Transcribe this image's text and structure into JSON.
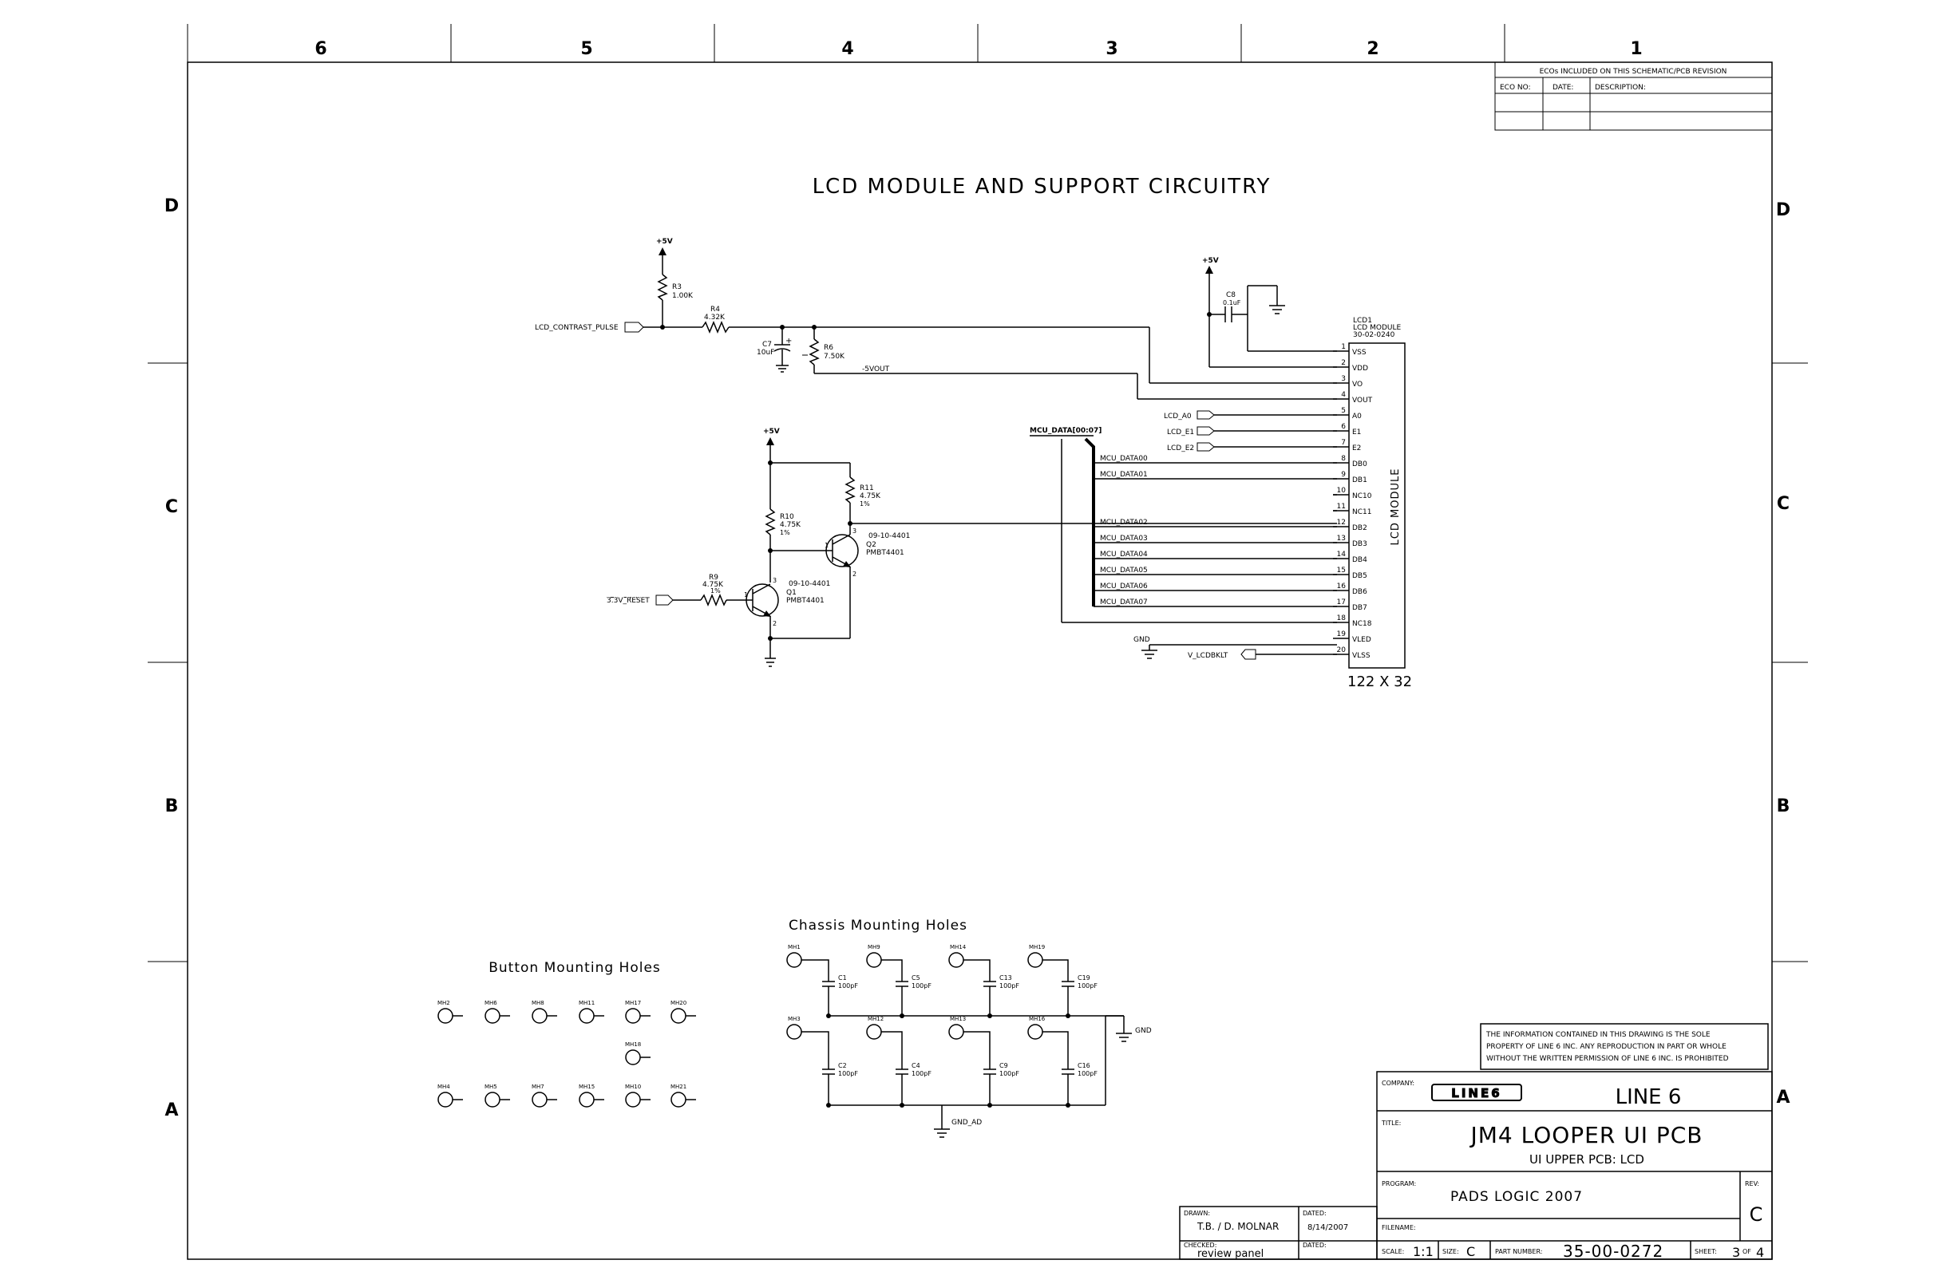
{
  "border": {
    "columns": [
      "6",
      "5",
      "4",
      "3",
      "2",
      "1"
    ],
    "rows": [
      "D",
      "C",
      "B",
      "A"
    ]
  },
  "title": "LCD MODULE AND SUPPORT CIRCUITRY",
  "eco_table": {
    "header": "ECOs INCLUDED ON THIS SCHEMATIC/PCB REVISION",
    "col_eco": "ECO NO:",
    "col_date": "DATE:",
    "col_desc": "DESCRIPTION:"
  },
  "contrast": {
    "input": "LCD_CONTRAST_PULSE",
    "supply": "+5V",
    "r3_ref": "R3",
    "r3_val": "1.00K",
    "r4_ref": "R4",
    "r4_val": "4.32K",
    "c7_ref": "C7",
    "c7_val": "10uF",
    "r6_ref": "R6",
    "r6_val": "7.50K",
    "neg_net": "-5VOUT"
  },
  "lcd": {
    "ref": "LCD1",
    "desc": "LCD MODULE",
    "part": "30-02-0240",
    "body_label": "LCD MODULE",
    "size": "122 X 32",
    "supply": "+5V",
    "c8_ref": "C8",
    "c8_val": "0.1uF",
    "pins": [
      {
        "num": "1",
        "name": "VSS"
      },
      {
        "num": "2",
        "name": "VDD"
      },
      {
        "num": "3",
        "name": "VO"
      },
      {
        "num": "4",
        "name": "VOUT"
      },
      {
        "num": "5",
        "name": "A0"
      },
      {
        "num": "6",
        "name": "E1"
      },
      {
        "num": "7",
        "name": "E2"
      },
      {
        "num": "8",
        "name": "DB0"
      },
      {
        "num": "9",
        "name": "DB1"
      },
      {
        "num": "10",
        "name": "NC10"
      },
      {
        "num": "11",
        "name": "NC11"
      },
      {
        "num": "12",
        "name": "DB2"
      },
      {
        "num": "13",
        "name": "DB3"
      },
      {
        "num": "14",
        "name": "DB4"
      },
      {
        "num": "15",
        "name": "DB5"
      },
      {
        "num": "16",
        "name": "DB6"
      },
      {
        "num": "17",
        "name": "DB7"
      },
      {
        "num": "18",
        "name": "NC18"
      },
      {
        "num": "19",
        "name": "VLED"
      },
      {
        "num": "20",
        "name": "VLSS"
      }
    ],
    "nets": {
      "a0": "LCD_A0",
      "e1": "LCD_E1",
      "e2": "LCD_E2",
      "bus": "MCU_DATA[00:07]",
      "gnd": "GND",
      "bklt": "V_LCDBKLT",
      "data": [
        "MCU_DATA00",
        "MCU_DATA01",
        "MCU_DATA02",
        "MCU_DATA03",
        "MCU_DATA04",
        "MCU_DATA05",
        "MCU_DATA06",
        "MCU_DATA07"
      ]
    }
  },
  "reset": {
    "supply": "+5V",
    "input": "3.3V_RESET",
    "r9_ref": "R9",
    "r9_val": "4.75K",
    "r9_tol": "1%",
    "r10_ref": "R10",
    "r10_val": "4.75K",
    "r10_tol": "1%",
    "r11_ref": "R11",
    "r11_val": "4.75K",
    "r11_tol": "1%",
    "q1_part": "09-10-4401",
    "q1_ref": "Q1",
    "q1_type": "PMBT4401",
    "q2_part": "09-10-4401",
    "q2_ref": "Q2",
    "q2_type": "PMBT4401"
  },
  "button_holes": {
    "title": "Button Mounting Holes",
    "row1": [
      "MH2",
      "MH6",
      "MH8",
      "MH11",
      "MH17",
      "MH20"
    ],
    "extra": "MH18",
    "row2": [
      "MH4",
      "MH5",
      "MH7",
      "MH15",
      "MH10",
      "MH21"
    ]
  },
  "chassis_holes": {
    "title": "Chassis Mounting Holes",
    "top_holes": [
      "MH1",
      "MH9",
      "MH14",
      "MH19"
    ],
    "top_caps": [
      {
        "ref": "C1",
        "val": "100pF"
      },
      {
        "ref": "C5",
        "val": "100pF"
      },
      {
        "ref": "C13",
        "val": "100pF"
      },
      {
        "ref": "C19",
        "val": "100pF"
      }
    ],
    "bottom_holes": [
      "MH3",
      "MH12",
      "MH13",
      "MH16"
    ],
    "bottom_caps": [
      {
        "ref": "C2",
        "val": "100pF"
      },
      {
        "ref": "C4",
        "val": "100pF"
      },
      {
        "ref": "C9",
        "val": "100pF"
      },
      {
        "ref": "C16",
        "val": "100pF"
      }
    ],
    "gnd": "GND",
    "gnd_ad": "GND_AD"
  },
  "notice": [
    "THE INFORMATION CONTAINED IN THIS DRAWING IS THE SOLE",
    "PROPERTY OF LINE 6 INC.  ANY REPRODUCTION IN PART OR WHOLE",
    "WITHOUT THE WRITTEN PERMISSION OF LINE 6 INC. IS PROHIBITED"
  ],
  "title_block": {
    "company_label": "COMPANY:",
    "logo": "LINE6",
    "company": "LINE 6",
    "title_label": "TITLE:",
    "title": "JM4 LOOPER UI PCB",
    "subtitle": "UI UPPER PCB: LCD",
    "program_label": "PROGRAM:",
    "program": "PADS LOGIC 2007",
    "rev_label": "REV:",
    "rev": "C",
    "filename_label": "FILENAME:",
    "drawn_label": "DRAWN:",
    "drawn": "T.B. / D. MOLNAR",
    "dated_label": "DATED:",
    "dated": "8/14/2007",
    "checked_label": "CHECKED:",
    "checked": "review panel",
    "dated2_label": "DATED:",
    "scale_label": "SCALE:",
    "scale": "1:1",
    "size_label": "SIZE:",
    "size": "C",
    "part_label": "PART NUMBER:",
    "part": "35-00-0272",
    "sheet_label": "SHEET:",
    "sheet": "3",
    "of_label": "OF",
    "of": "4"
  }
}
